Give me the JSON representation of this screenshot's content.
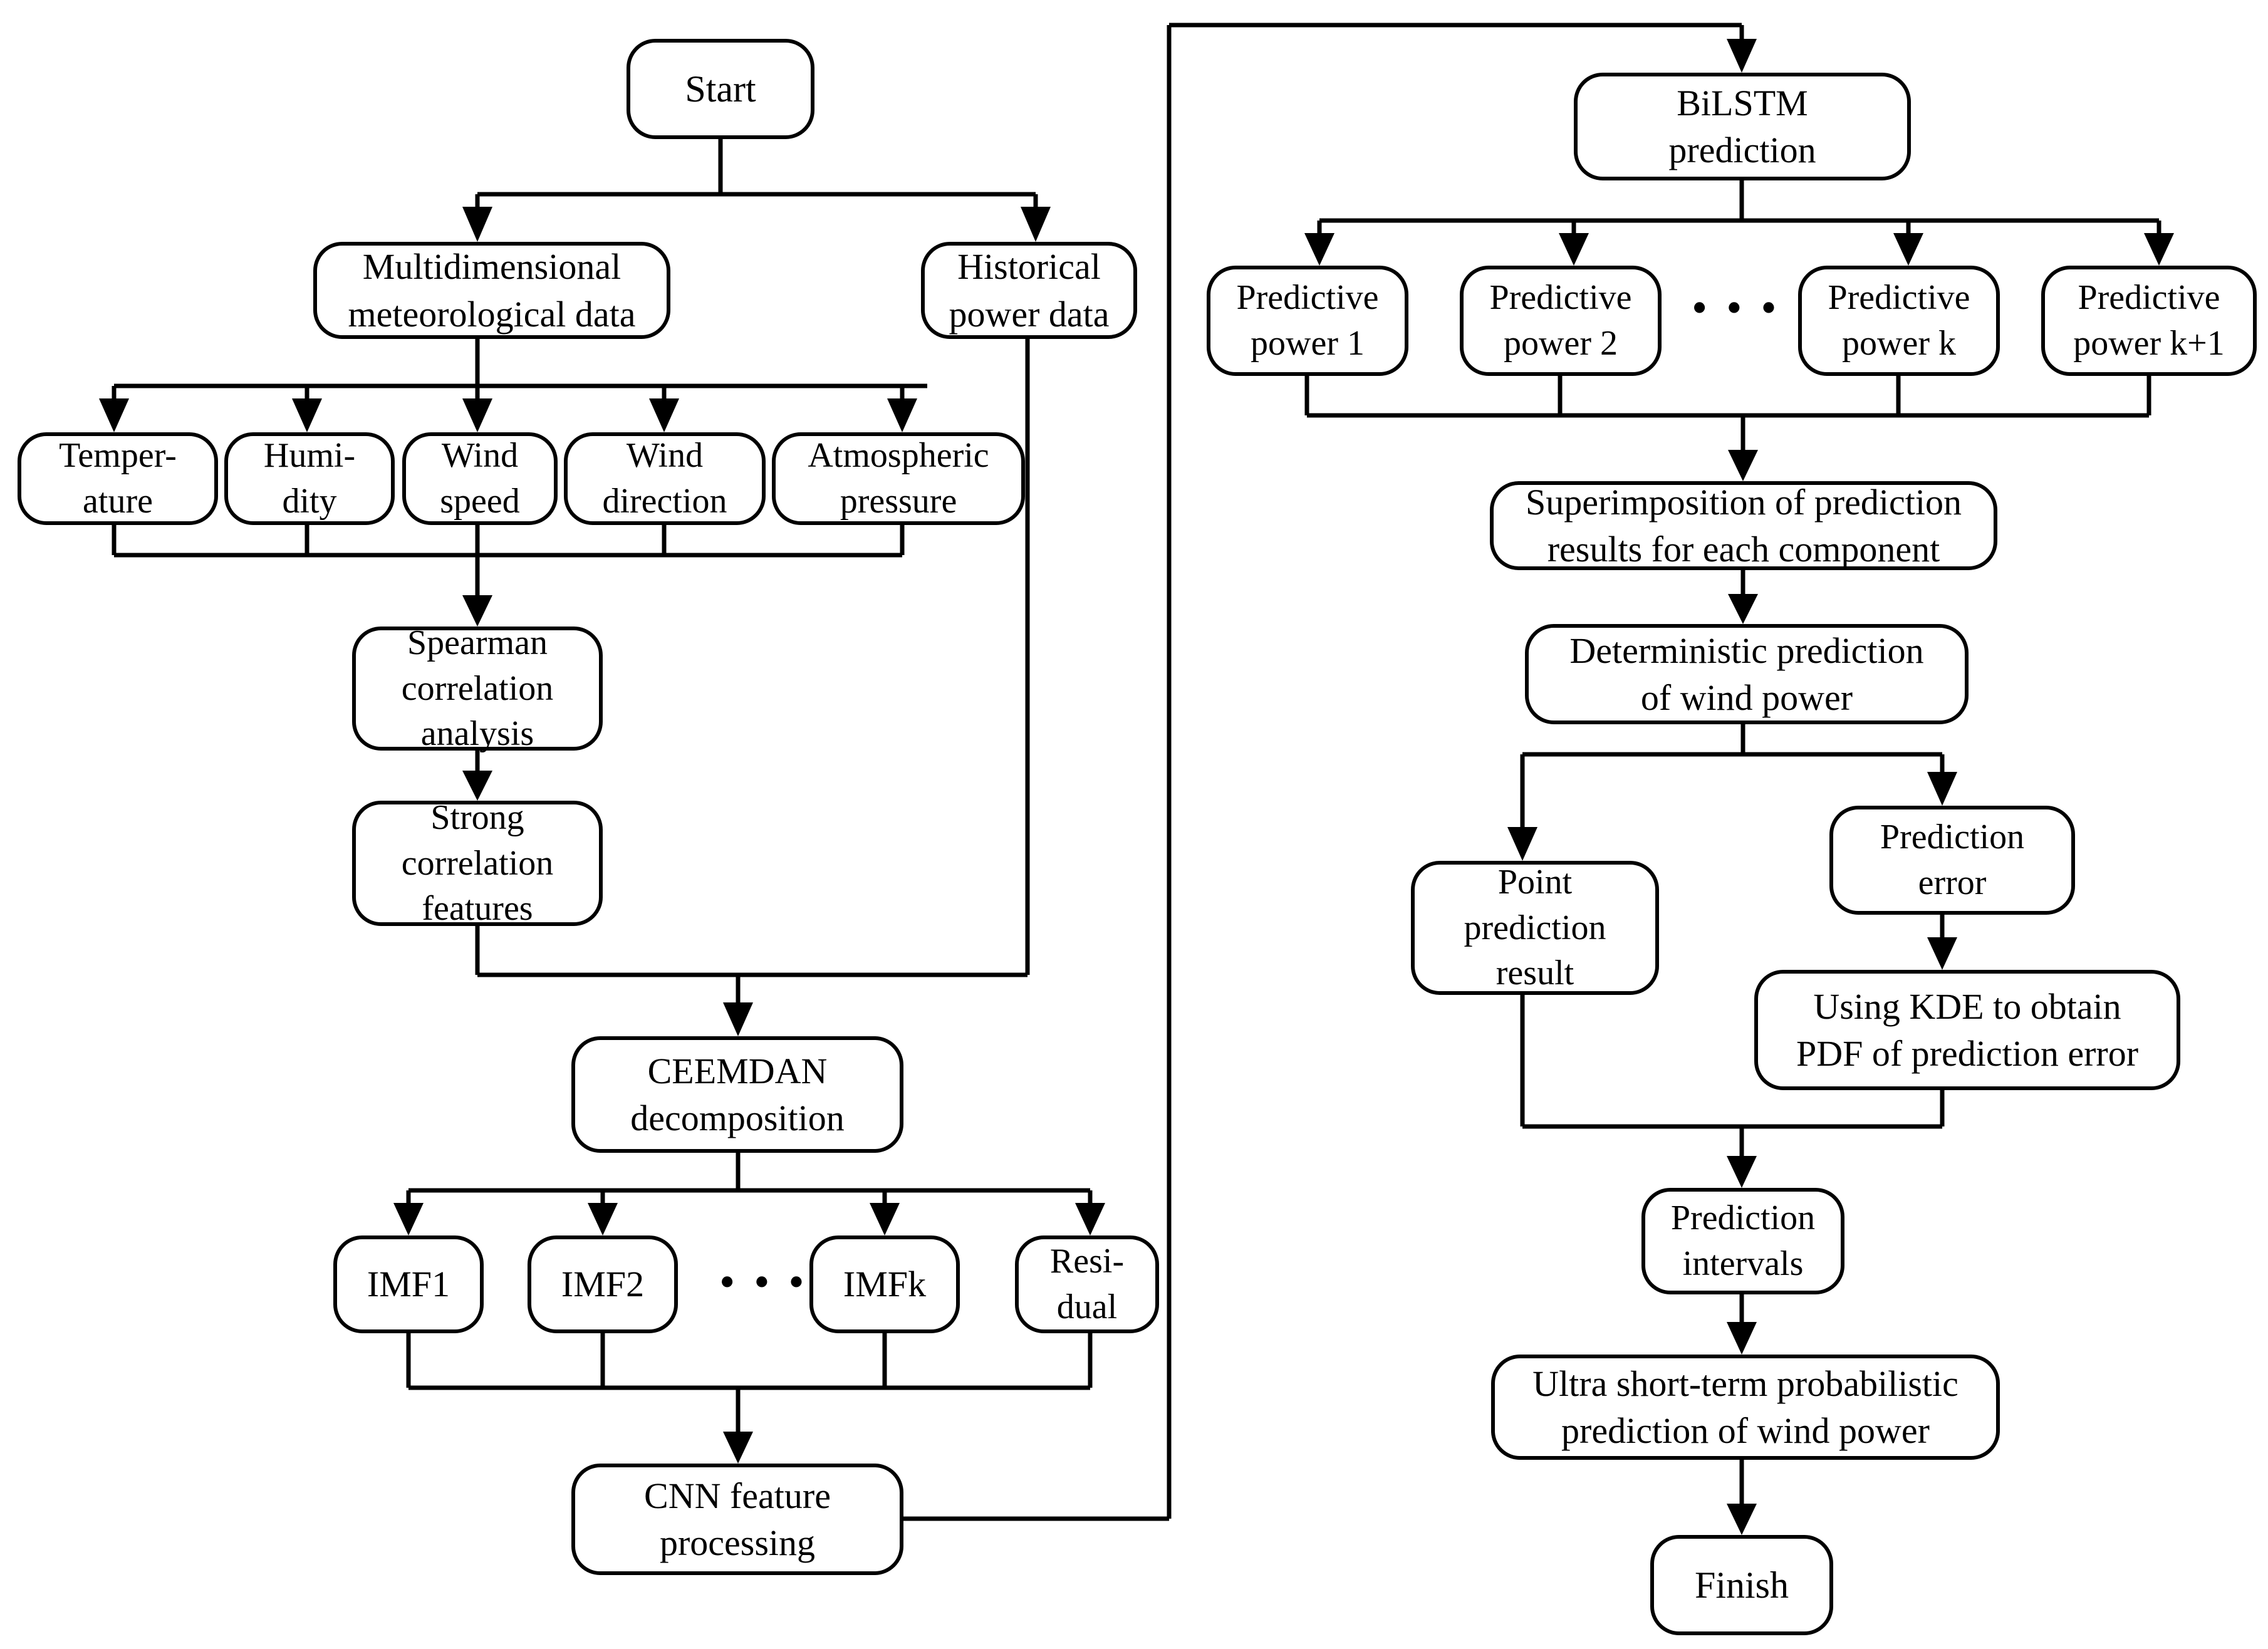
{
  "diagram": {
    "title": "Wind power ultra short-term probabilistic prediction flowchart",
    "type": "flowchart",
    "stroke_color": "#000000",
    "background_color": "#ffffff",
    "ellipsis_glyph": "• • •"
  },
  "left_branch": {
    "start": "Start",
    "meteorological_data": "Multidimensional\nmeteorological data",
    "historical_power": "Historical\npower data",
    "features": [
      "Temper-\nature",
      "Humi-\ndity",
      "Wind\nspeed",
      "Wind\ndirection",
      "Atmospheric\npressure"
    ],
    "spearman": "Spearman\ncorrelation\nanalysis",
    "strong_features": "Strong\ncorrelation\nfeatures",
    "ceemdan": "CEEMDAN\ndecomposition",
    "components": [
      "IMF1",
      "IMF2",
      "IMFk",
      "Resi-\ndual"
    ],
    "components_ellipsis": "• • •",
    "cnn": "CNN feature\nprocessing"
  },
  "right_branch": {
    "bilstm": "BiLSTM\nprediction",
    "predictive_powers": [
      "Predictive\npower 1",
      "Predictive\npower 2",
      "Predictive\npower k",
      "Predictive\npower k+1"
    ],
    "powers_ellipsis": "• • •",
    "superimposition": "Superimposition of prediction\nresults for each component",
    "deterministic": "Deterministic prediction\nof wind power",
    "point_result": "Point\nprediction\nresult",
    "prediction_error": "Prediction\nerror",
    "kde": "Using KDE to obtain\nPDF of prediction error",
    "intervals": "Prediction\nintervals",
    "probabilistic": "Ultra short-term probabilistic\nprediction of wind power",
    "finish": "Finish"
  }
}
